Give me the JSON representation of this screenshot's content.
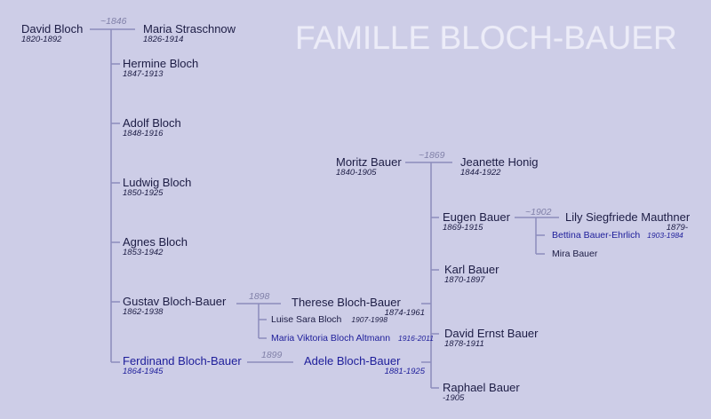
{
  "title": "FAMILLE BLOCH-BAUER",
  "colors": {
    "background": "#cdcde7",
    "line": "#8c8cbc",
    "text": "#1c1c44",
    "highlight": "#1d1d9a"
  },
  "bloch": {
    "father": {
      "name": "David Bloch",
      "years": "1820-1892"
    },
    "marriage": "~1846",
    "mother": {
      "name": "Maria Straschnow",
      "years": "1826-1914"
    },
    "children": [
      {
        "name": "Hermine Bloch",
        "years": "1847-1913"
      },
      {
        "name": "Adolf Bloch",
        "years": "1848-1916"
      },
      {
        "name": "Ludwig Bloch",
        "years": "1850-1925"
      },
      {
        "name": "Agnes Bloch",
        "years": "1853-1942"
      },
      {
        "name": "Gustav Bloch-Bauer",
        "years": "1862-1938"
      },
      {
        "name": "Ferdinand Bloch-Bauer",
        "years": "1864-1945"
      }
    ]
  },
  "gustav_family": {
    "marriage": "1898",
    "spouse": {
      "name": "Therese Bloch-Bauer",
      "years": "1874-1961"
    },
    "children": [
      {
        "name": "Luise Sara Bloch",
        "years": "1907-1998"
      },
      {
        "name": "Maria Viktoria Bloch Altmann",
        "years": "1916-2011"
      }
    ]
  },
  "ferdinand_family": {
    "marriage": "1899",
    "spouse": {
      "name": "Adele Bloch-Bauer",
      "years": "1881-1925"
    }
  },
  "bauer": {
    "father": {
      "name": "Moritz Bauer",
      "years": "1840-1905"
    },
    "marriage": "~1869",
    "mother": {
      "name": "Jeanette Honig",
      "years": "1844-1922"
    },
    "children": [
      {
        "name": "Eugen Bauer",
        "years": "1869-1915"
      },
      {
        "name": "Karl Bauer",
        "years": "1870-1897"
      },
      {
        "name": "David Ernst Bauer",
        "years": "1878-1911"
      },
      {
        "name": "Raphael Bauer",
        "years": "-1905"
      }
    ]
  },
  "eugen_family": {
    "marriage": "~1902",
    "spouse": {
      "name": "Lily Siegfriede Mauthner",
      "years": "1879-"
    },
    "children": [
      {
        "name": "Bettina Bauer-Ehrlich",
        "years": "1903-1984"
      },
      {
        "name": "Mira Bauer",
        "years": ""
      }
    ]
  }
}
